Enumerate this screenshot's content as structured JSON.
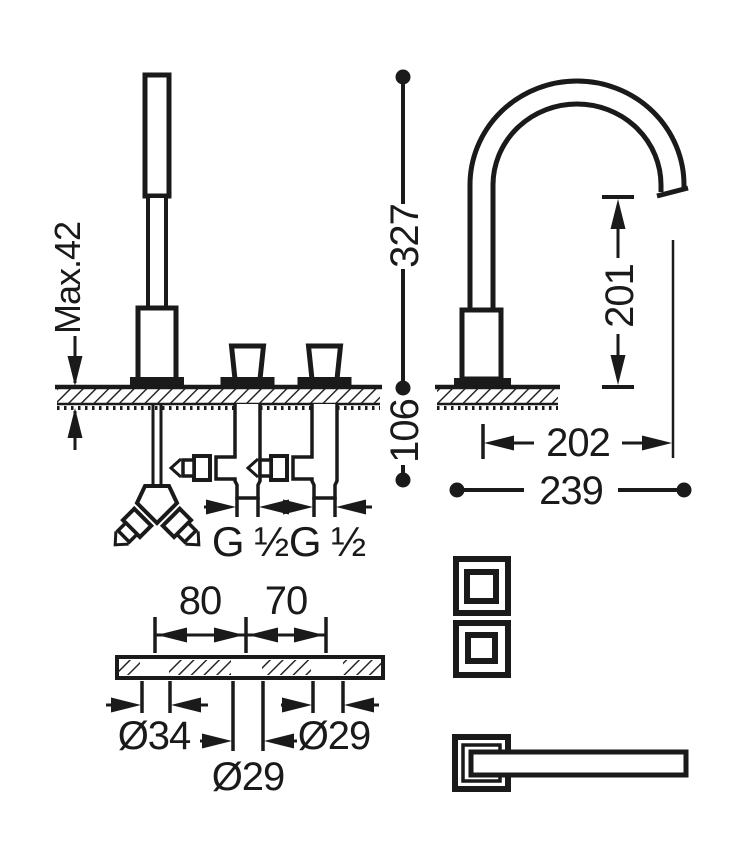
{
  "colors": {
    "ink": "#1a1a1a",
    "paper": "#ffffff"
  },
  "front_view": {
    "max_deck_thickness_label": "Max.42",
    "thread_left_label": "G ½",
    "thread_right_label": "G ½"
  },
  "height_dimension": {
    "total_height": "327",
    "under_deck": "106"
  },
  "side_view": {
    "outlet_height": "201",
    "spout_reach": "202",
    "overall_width": "239"
  },
  "section_view": {
    "hole_spacing_left": "80",
    "hole_spacing_right": "70",
    "left_hole_dia": "Ø34",
    "center_hole_dia": "Ø29",
    "right_hole_dia": "Ø29"
  }
}
